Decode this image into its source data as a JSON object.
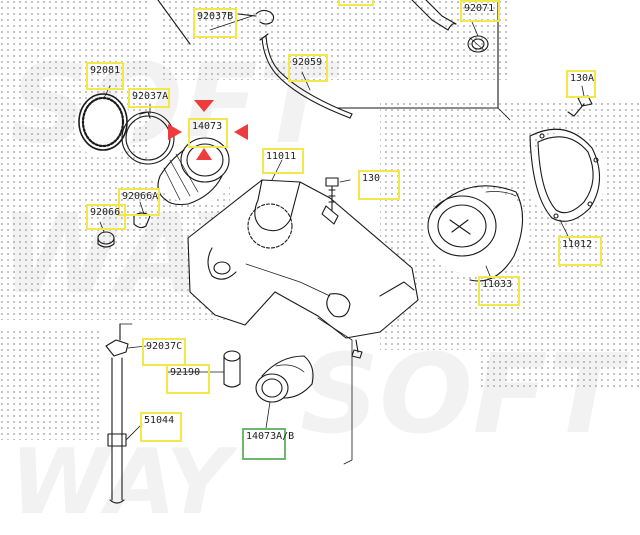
{
  "parts": {
    "p92037B": "92037B",
    "p92071": "92071",
    "p92059": "92059",
    "p92081": "92081",
    "p92037A": "92037A",
    "p14073": "14073",
    "p130A": "130A",
    "p11011": "11011",
    "p130": "130",
    "p92066A": "92066A",
    "p92066": "92066",
    "p11012": "11012",
    "p11033": "11033",
    "p92037C": "92037C",
    "p92190": "92190",
    "p51044": "51044",
    "p14073AB": "14073A/B"
  },
  "watermark": {
    "line1": "SOFT",
    "line2": "WAY",
    "line3": "SOFT",
    "line4": "WAY"
  },
  "colors": {
    "callout_border": "#f2e84a",
    "highlight_border": "#6db86d",
    "marker": "#ee3b3b",
    "line_art": "#1a1a1a"
  }
}
